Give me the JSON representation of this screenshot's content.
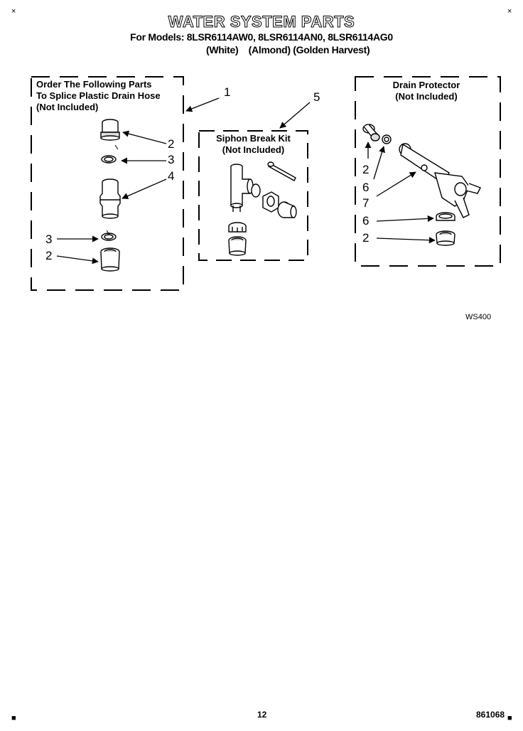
{
  "header": {
    "title": "WATER SYSTEM PARTS",
    "models_line": "For Models: 8LSR6114AW0, 8LSR6114AN0, 8LSR6114AG0",
    "colors_line": "(White)    (Almond) (Golden Harvest)"
  },
  "boxes": {
    "splice": {
      "line1": "Order The Following Parts",
      "line2": "To Splice Plastic Drain Hose",
      "line3": "(Not Included)"
    },
    "siphon": {
      "line1": "Siphon Break Kit",
      "line2": "(Not Included)"
    },
    "drain": {
      "line1": "Drain Protector",
      "line2": "(Not Included)"
    }
  },
  "callouts": {
    "c1": "1",
    "c5": "5",
    "splice_2a": "2",
    "splice_3a": "3",
    "splice_4": "4",
    "splice_3b": "3",
    "splice_2b": "2",
    "drain_2a": "2",
    "drain_6a": "6",
    "drain_7": "7",
    "drain_6b": "6",
    "drain_2b": "2"
  },
  "diagram_code": "WS400",
  "footer": {
    "page_number": "12",
    "doc_number": "861068"
  }
}
